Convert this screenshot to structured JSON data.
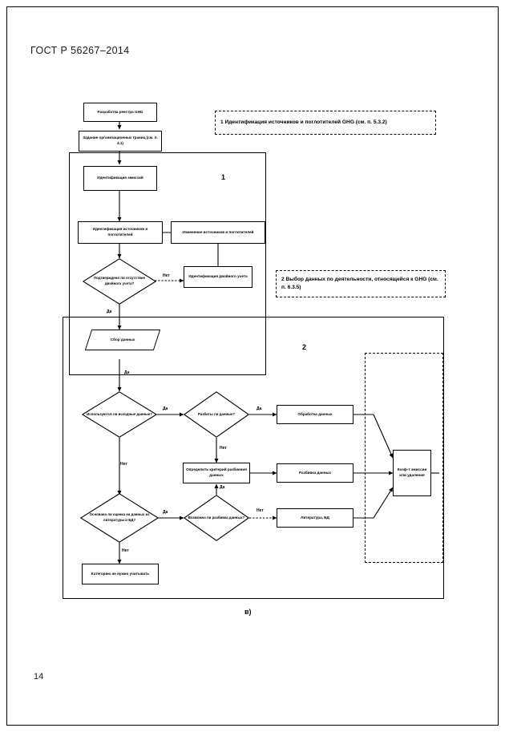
{
  "document": {
    "standard_header": "ГОСТ Р 56267–2014",
    "page_number": "14",
    "figure_caption": "в)"
  },
  "callouts": [
    {
      "id": "callout-1",
      "text": "1 Идентификация источников и поглотителей GHG (см. п. 5.3.2)"
    },
    {
      "id": "callout-2",
      "text": "2 Выбор данных по деятельности, относящейся к GHG (см. п. 6.3.5)"
    }
  ],
  "group_labels": {
    "group_one": "1",
    "group_two": "2"
  },
  "nodes": {
    "registry_development": "Разработка реестра GHG",
    "org_boundaries": "Задание организационных границ (см. п. 4.1)",
    "identify_objects": "Идентификация эмиссий",
    "identify_sources": "Идентификация источников и поглотителей",
    "change_sources": "Изменение источников и поглотителей",
    "double_count_check": "Подтверждено ли отсутствие двойного учета?",
    "identify_double_count": "Идентификация двойного учета",
    "data_collection": "Сбор данных",
    "use_source_data": "Используются ли исходные данные?",
    "data_split_check": "Разбиты ли данные?",
    "data_processing": "Обработка данных",
    "define_split_criteria": "Определить критерий разбиения данных",
    "data_splitting": "Разбивка данных",
    "based_on_literature": "Основана ли оценка на данных из литературы и БД?",
    "split_possible": "Возможна ли разбивка данных?",
    "literature_db": "Литература, БД",
    "no_need_category": "Категорию не нужно учитывать",
    "emission_coefficient": "Коэф-т эмиссии или удаления"
  },
  "edge_labels": {
    "double_count_no": "Нет",
    "double_count_yes": "Да",
    "use_source_yes": "Да",
    "use_source_no": "Нет",
    "split_check_yes": "Да",
    "split_check_no": "Нет",
    "literature_yes": "Да",
    "literature_no": "Нет",
    "split_possible_no": "Нет",
    "split_criteria_yes": "Да"
  },
  "colors": {
    "line": "#000000",
    "background": "#ffffff",
    "text": "#1a1a1a"
  }
}
